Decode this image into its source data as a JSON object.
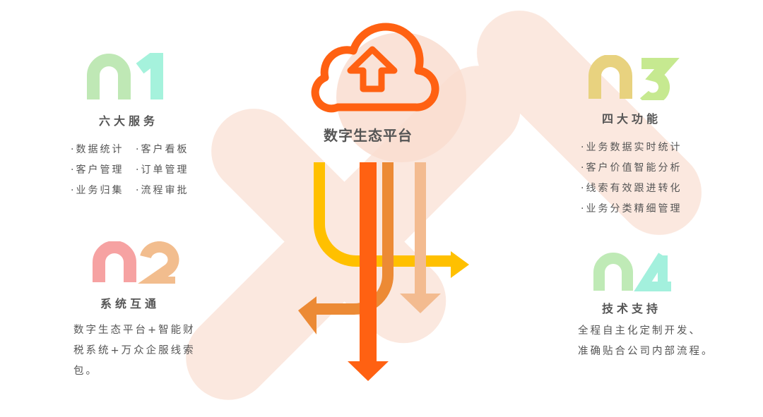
{
  "center": {
    "title": "数字生态平台",
    "icon": "cloud-upload-icon"
  },
  "colors": {
    "orange": "#ff6112",
    "yellow": "#ffc000",
    "amber": "#ec8a35",
    "peach": "#f3bb90",
    "bg_band": "#fbe6dc"
  },
  "sections": [
    {
      "number": "01",
      "title": "六大服务",
      "items": [
        "·数据统计",
        "·客户看板",
        "·客户管理",
        "·订单管理",
        "·业务归集",
        "·流程审批"
      ],
      "colors": [
        "#bfe8b5",
        "#a5f2dc"
      ]
    },
    {
      "number": "02",
      "title": "系统互通",
      "lines": [
        "数字生态平台+智能财",
        "税系统+万众企服线索",
        "包。"
      ],
      "colors": [
        "#f6a2a2",
        "#f2bd8e"
      ]
    },
    {
      "number": "03",
      "title": "四大功能",
      "items": [
        "·业务数据实时统计",
        "·客户价值智能分析",
        "·线索有效跟进转化",
        "·业务分类精细管理"
      ],
      "colors": [
        "#e8d27f",
        "#c6e990"
      ]
    },
    {
      "number": "04",
      "title": "技术支持",
      "lines": [
        "全程自主化定制开发、",
        "准确贴合公司内部流程。"
      ],
      "colors": [
        "#bfeab6",
        "#a3f0dd"
      ]
    }
  ]
}
